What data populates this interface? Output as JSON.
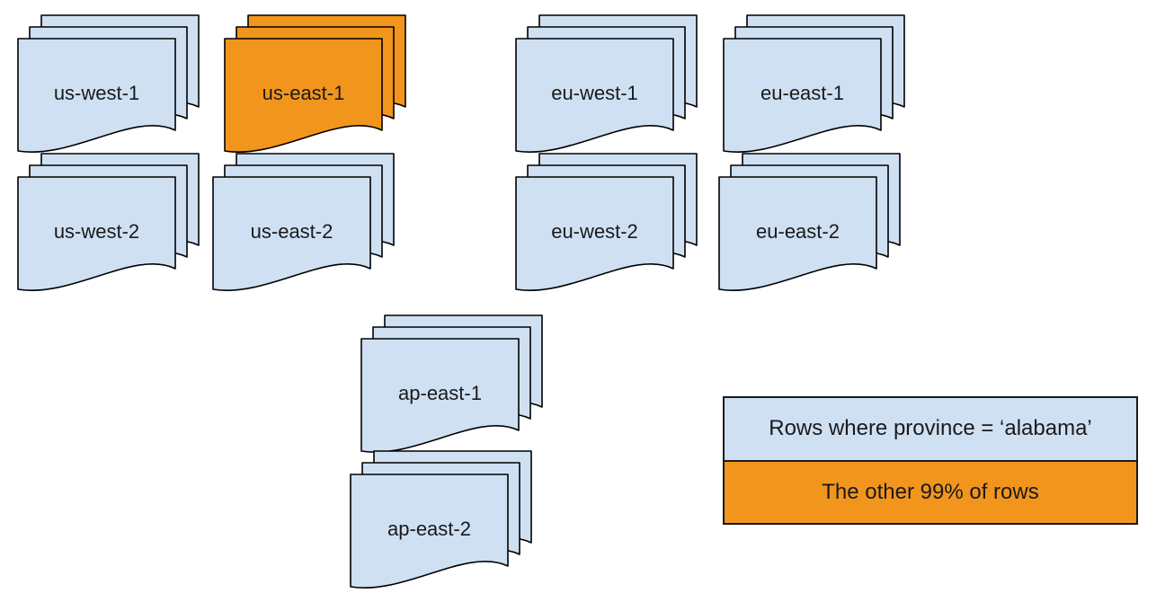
{
  "diagram": {
    "title": "",
    "stacks": [
      {
        "id": "us-west-1",
        "label": "us-west-1",
        "fill": "#cfe0f3"
      },
      {
        "id": "us-east-1",
        "label": "us-east-1",
        "fill": "#f2951d"
      },
      {
        "id": "us-west-2",
        "label": "us-west-2",
        "fill": "#cfe0f3"
      },
      {
        "id": "us-east-2",
        "label": "us-east-2",
        "fill": "#cfe0f3"
      },
      {
        "id": "eu-west-1",
        "label": "eu-west-1",
        "fill": "#cfe0f3"
      },
      {
        "id": "eu-east-1",
        "label": "eu-east-1",
        "fill": "#cfe0f3"
      },
      {
        "id": "eu-west-2",
        "label": "eu-west-2",
        "fill": "#cfe0f3"
      },
      {
        "id": "eu-east-2",
        "label": "eu-east-2",
        "fill": "#cfe0f3"
      },
      {
        "id": "ap-east-1",
        "label": "ap-east-1",
        "fill": "#cfe0f3"
      },
      {
        "id": "ap-east-2",
        "label": "ap-east-2",
        "fill": "#cfe0f3"
      }
    ],
    "legend": {
      "rows": [
        {
          "label": "Rows where province = ‘alabama’",
          "fill": "#cfe0f3"
        },
        {
          "label": "The other 99% of rows",
          "fill": "#f2951d"
        }
      ]
    },
    "colors": {
      "document_blue": "#cfe0f3",
      "highlight_orange": "#f2951d",
      "stroke": "#000000",
      "text": "#1a1a1a",
      "background": "#ffffff"
    }
  }
}
